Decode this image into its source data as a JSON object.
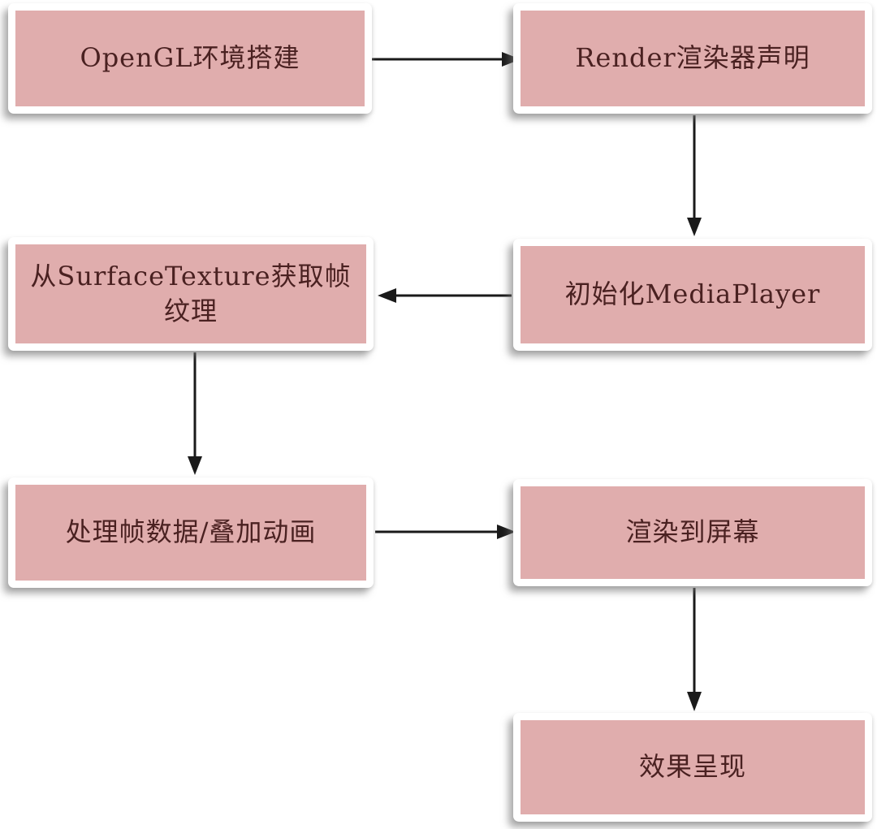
{
  "diagram": {
    "title": "OpenGL video rendering pipeline flowchart",
    "nodes": [
      {
        "id": "opengl-setup",
        "label": "OpenGL环境搭建"
      },
      {
        "id": "render-declare",
        "label": "Render渲染器声明"
      },
      {
        "id": "mediaplayer-init",
        "label": "初始化MediaPlayer"
      },
      {
        "id": "surface-texture",
        "label": "从SurfaceTexture获取帧\n纹理"
      },
      {
        "id": "frame-process",
        "label": "处理帧数据/叠加动画"
      },
      {
        "id": "render-to-screen",
        "label": "渲染到屏幕"
      },
      {
        "id": "result-present",
        "label": "效果呈现"
      }
    ],
    "edges": [
      {
        "from": "opengl-setup",
        "to": "render-declare",
        "direction": "right"
      },
      {
        "from": "render-declare",
        "to": "mediaplayer-init",
        "direction": "down"
      },
      {
        "from": "mediaplayer-init",
        "to": "surface-texture",
        "direction": "left"
      },
      {
        "from": "surface-texture",
        "to": "frame-process",
        "direction": "down"
      },
      {
        "from": "frame-process",
        "to": "render-to-screen",
        "direction": "right"
      },
      {
        "from": "render-to-screen",
        "to": "result-present",
        "direction": "down"
      }
    ],
    "colors": {
      "node_fill": "#e0adad",
      "node_border": "#ffffff",
      "node_text": "#4a2121",
      "arrow": "#1a1a1a",
      "background": "#ffffff"
    }
  }
}
